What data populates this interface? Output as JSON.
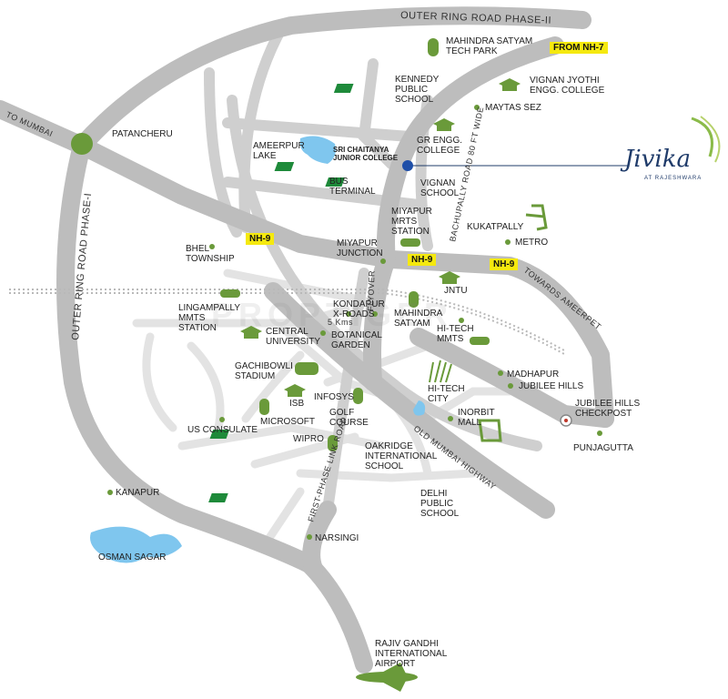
{
  "brand": {
    "name": "Jivika",
    "tagline": "AT RAJESHWARA",
    "color": "#1f3b6a"
  },
  "watermark": "PROPTIGER",
  "colors": {
    "road": "#bfbfbf",
    "road_light": "#e6e6e6",
    "landmark_dot": "#6a9a3a",
    "water": "#7fc6ee",
    "highlight": "#f5e90f",
    "marker": "#1f4fa8"
  },
  "roads": {
    "orr_phase2": "OUTER RING ROAD PHASE-II",
    "orr_phase1": "OUTER RING ROAD PHASE-I",
    "to_mumbai": "TO MUMBAI",
    "towards_ameerpet": "TOWARDS AMEERPET",
    "old_mumbai_highway": "OLD MUMBAI HIGHWAY",
    "bachupally_road": "BACHUPALLY ROAD 80 FT WIDE",
    "first_phase_link": "FIRST-PHASE LINK ROAD",
    "flyover": "FLYOVER",
    "distance": "5 Kms"
  },
  "badges": {
    "from_nh7": "FROM NH-7",
    "nh9_a": "NH-9",
    "nh9_b": "NH-9",
    "nh9_c": "NH-9"
  },
  "places": {
    "mahindra_satyam_tech_park": "MAHINDRA SATYAM\nTECH PARK",
    "vignan_jyothi": "VIGNAN JYOTHI\nENGG. COLLEGE",
    "kennedy_school": "KENNEDY\nPUBLIC\nSCHOOL",
    "maytas_sez": "MAYTAS SEZ",
    "patancheru": "PATANCHERU",
    "gr_engg": "GR ENGG.\nCOLLEGE",
    "ameerpur_lake": "AMEERPUR\nLAKE",
    "sri_chaitanya": "SRI CHAITANYA\nJUNIOR COLLEGE",
    "bus_terminal": "BUS\nTERMINAL",
    "vignan_school": "VIGNAN\nSCHOOL",
    "miyapur_mrts": "MIYAPUR\nMRTS\nSTATION",
    "kukatpally": "KUKATPALLY",
    "metro": "METRO",
    "bhel": "BHEL\nTOWNSHIP",
    "miyapur_junction": "MIYAPUR\nJUNCTION",
    "jntu": "JNTU",
    "lingampally": "LINGAMPALLY\nMMTS\nSTATION",
    "kondapur": "KONDAPUR\nX-ROADS",
    "mahindra_satyam": "MAHINDRA\nSATYAM",
    "hitech_mmts": "HI-TECH\nMMTS",
    "central_univ": "CENTRAL\nUNIVERSITY",
    "botanical": "BOTANICAL\nGARDEN",
    "gachibowli": "GACHIBOWLI\nSTADIUM",
    "madhapur": "MADHAPUR",
    "jubilee_hills": "JUBILEE HILLS",
    "isb": "ISB",
    "infosys": "INFOSYS",
    "hitech_city": "HI-TECH\nCITY",
    "jubilee_checkpost": "JUBILEE HILLS\nCHECKPOST",
    "microsoft": "MICROSOFT",
    "golf_course": "GOLF\nCOURSE",
    "inorbit": "INORBIT\nMALL",
    "us_consulate": "US CONSULATE",
    "wipro": "WIPRO",
    "punjagutta": "PUNJAGUTTA",
    "oakridge": "OAKRIDGE\nINTERNATIONAL\nSCHOOL",
    "kanapur": "KANAPUR",
    "delhi_public": "DELHI\nPUBLIC\nSCHOOL",
    "narsingi": "NARSINGI",
    "osman_sagar": "OSMAN SAGAR",
    "airport": "RAJIV GANDHI\nINTERNATIONAL\nAIRPORT"
  }
}
